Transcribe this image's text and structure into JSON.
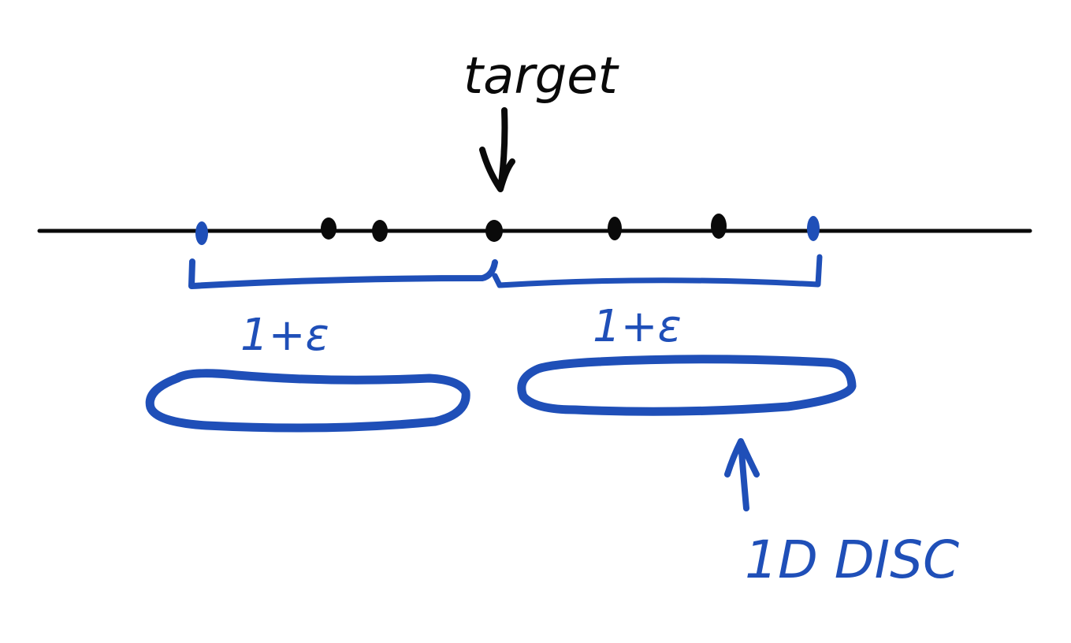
{
  "labels": {
    "target": "target",
    "left_interval": "1+ε",
    "right_interval": "1+ε",
    "disc": "1D DISC"
  },
  "colors": {
    "ink": "#0a0a0a",
    "accent": "#1f4fb8",
    "background": "#ffffff"
  }
}
